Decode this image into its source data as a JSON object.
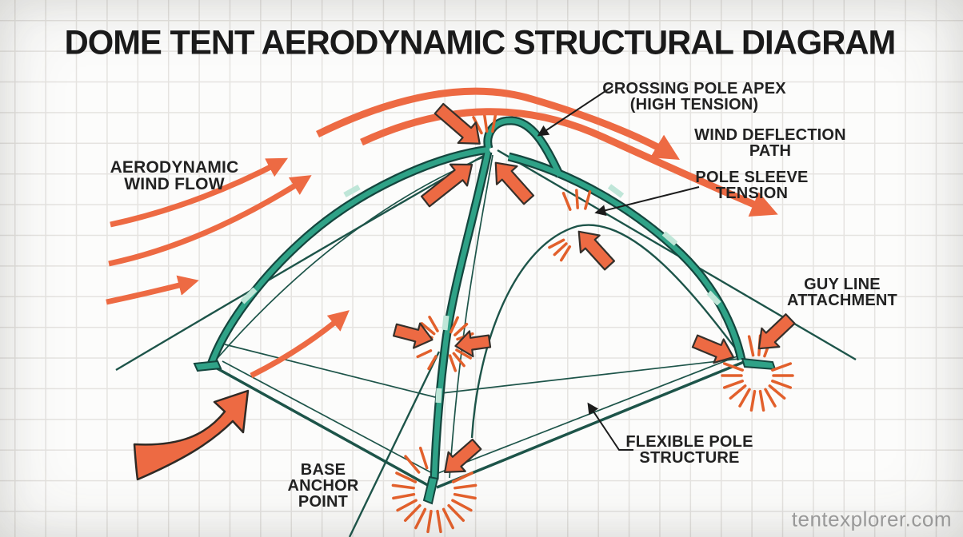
{
  "title": "DOME TENT AERODYNAMIC STRUCTURAL DIAGRAM",
  "watermark": "tentexplorer.com",
  "annotations": {
    "aerodynamic_wind_flow": "AERODYNAMIC\nWIND FLOW",
    "crossing_pole_apex": "CROSSING POLE APEX\n(HIGH TENSION)",
    "wind_deflection_path": "WIND DEFLECTION\nPATH",
    "pole_sleeve_tension": "POLE SLEEVE\nTENSION",
    "guy_line_attachment": "GUY LINE\nATTACHMENT",
    "flexible_pole_structure": "FLEXIBLE POLE\nSTRUCTURE",
    "base_anchor_point": "BASE\nANCHOR\nPOINT"
  },
  "colors": {
    "arrow_orange": "#ED6A43",
    "burst_orange": "#E2602C",
    "pole_teal": "#2FA287",
    "pole_joint": "#BFE6D8",
    "pole_outline": "#14463E",
    "structure_line": "#1D5449",
    "leader_line": "#1C1C1C",
    "label_text": "#222222",
    "title_text": "#1A1A1A",
    "watermark_text": "#9B9B9B",
    "grid_line": "#E5E3E0",
    "background": "#FCFCFB"
  }
}
